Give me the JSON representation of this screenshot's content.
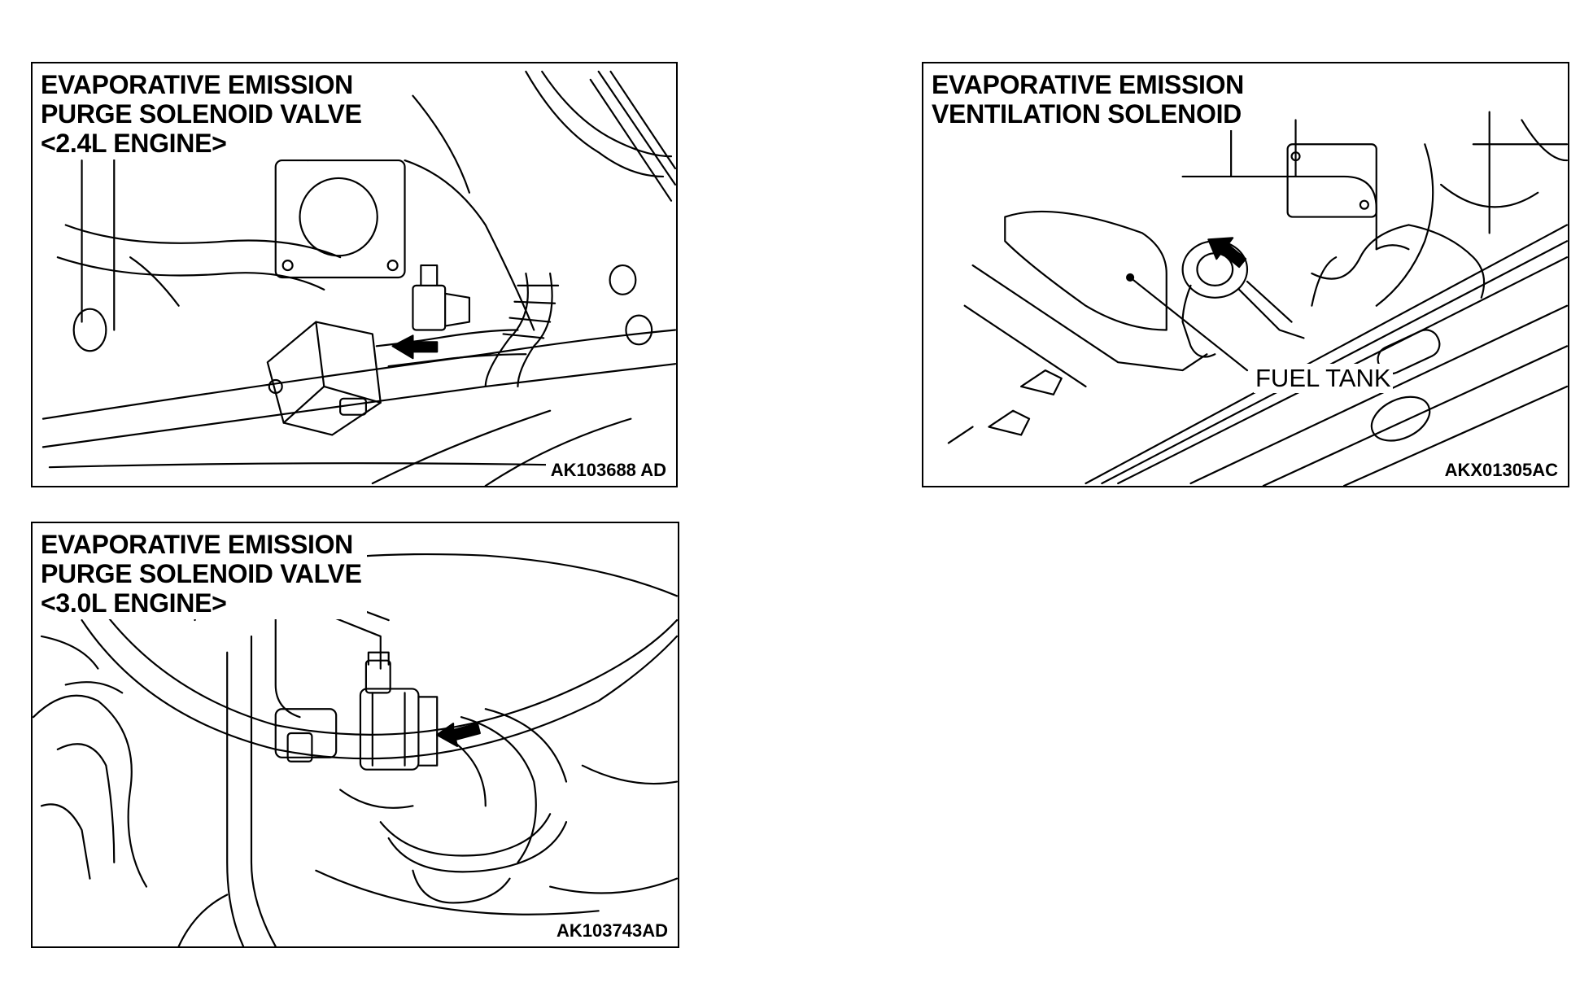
{
  "panels": {
    "purge_24": {
      "title_lines": [
        "EVAPORATIVE EMISSION",
        "PURGE SOLENOID VALVE",
        "<2.4L ENGINE>"
      ],
      "code": "AK103688 AD"
    },
    "ventilation": {
      "title_lines": [
        "EVAPORATIVE EMISSION",
        "VENTILATION SOLENOID"
      ],
      "callout": "FUEL TANK",
      "code": "AKX01305AC"
    },
    "purge_30": {
      "title_lines": [
        "EVAPORATIVE EMISSION",
        "PURGE SOLENOID VALVE",
        "<3.0L ENGINE>"
      ],
      "code": "AK103743AD"
    }
  },
  "colors": {
    "line": "#000000",
    "background": "#ffffff"
  }
}
